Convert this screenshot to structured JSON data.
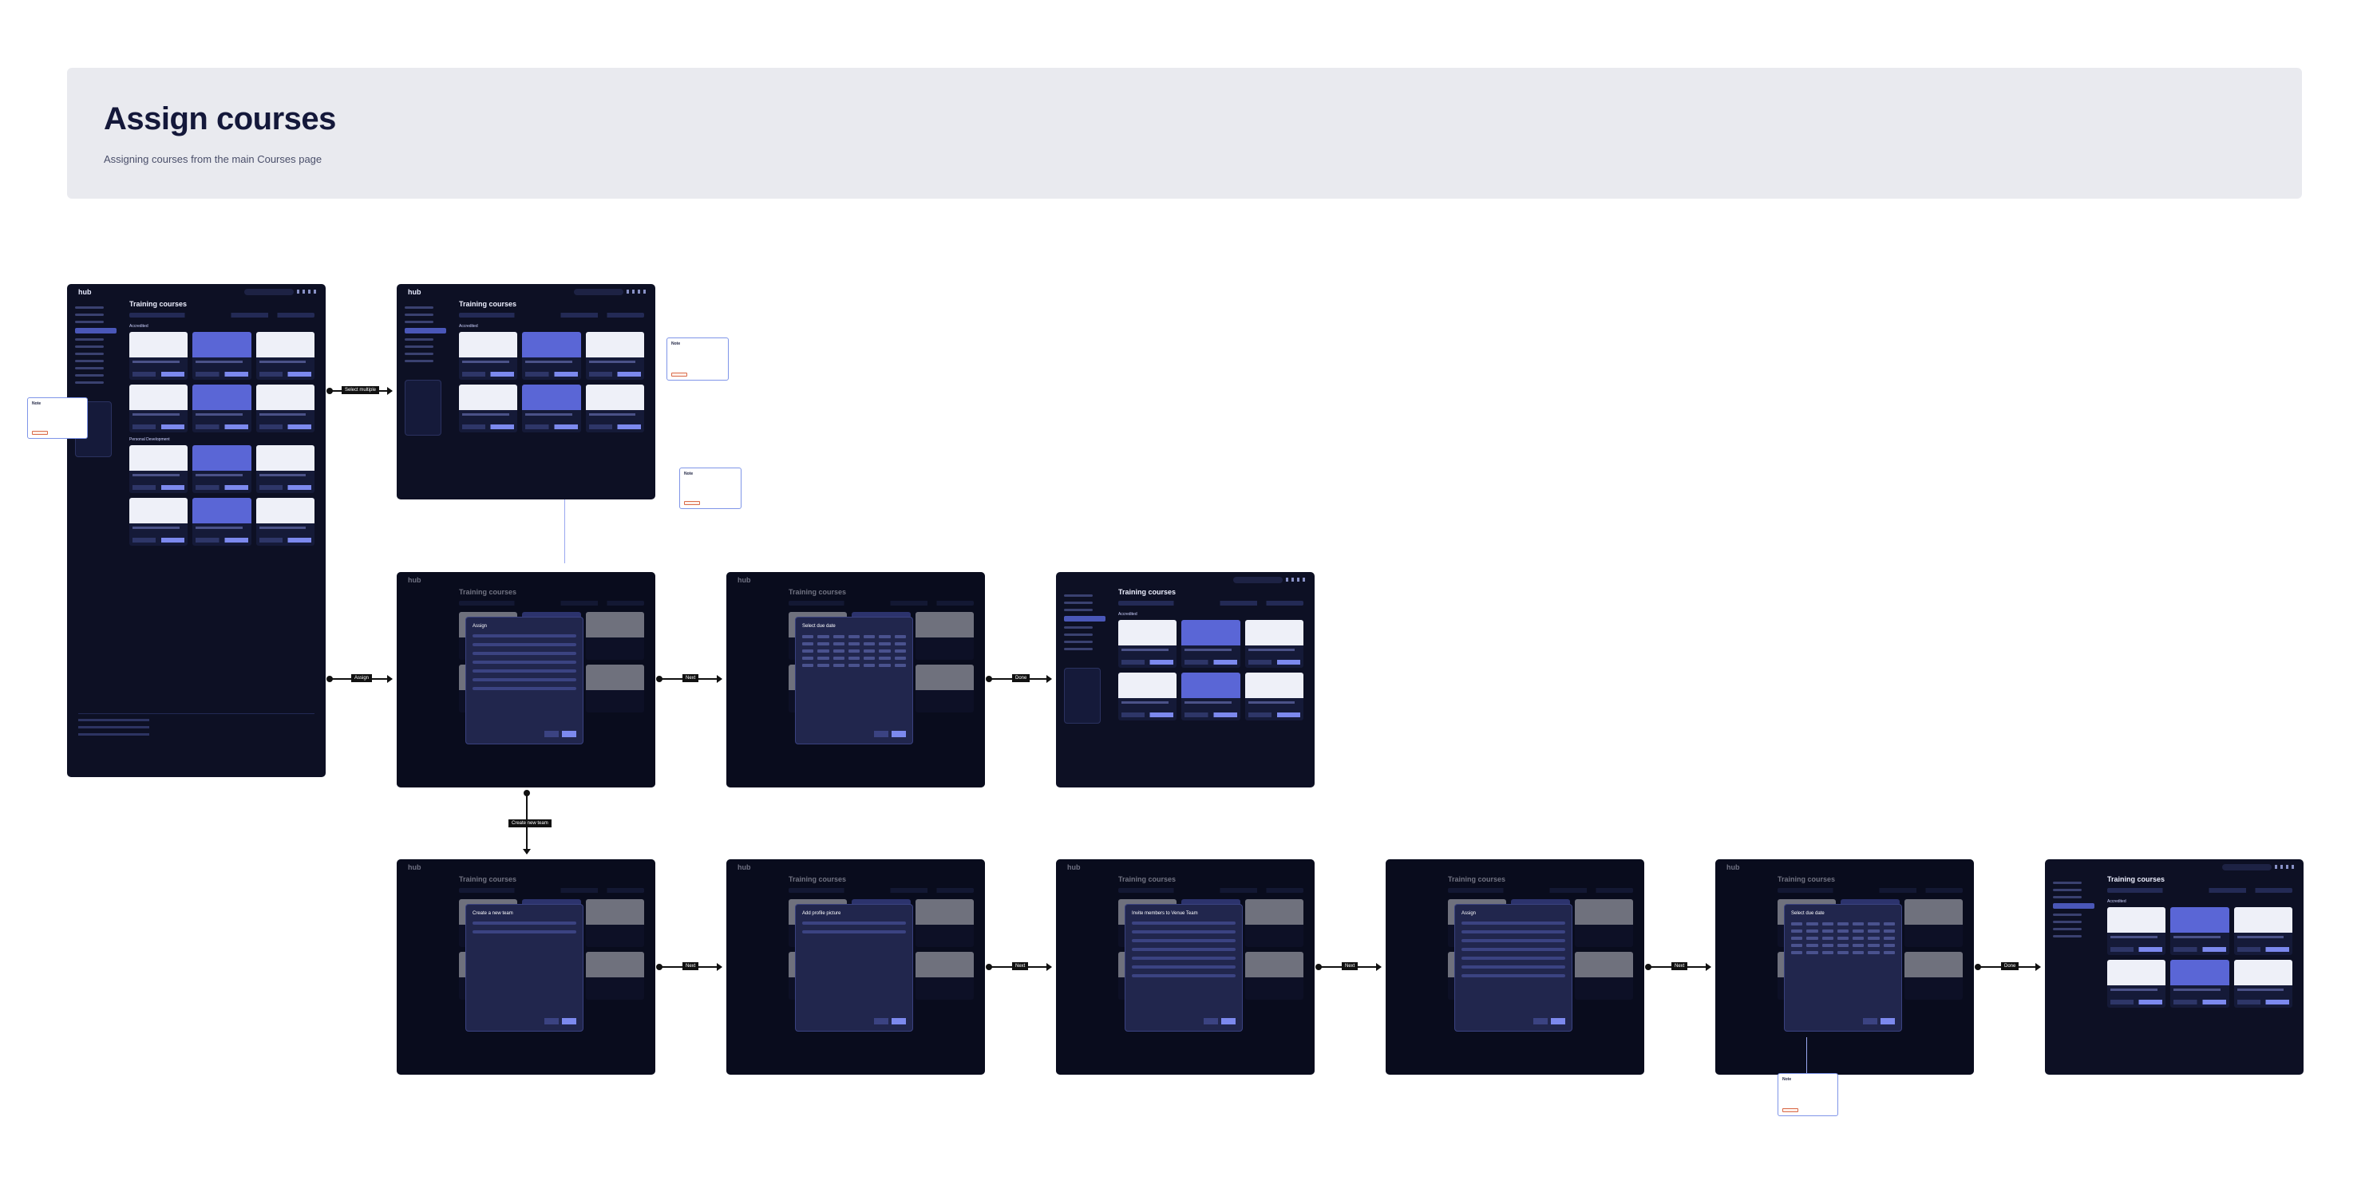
{
  "header": {
    "title": "Assign courses",
    "subtitle": "Assigning courses from the main Courses page"
  },
  "screen": {
    "logo": "hub",
    "page_title": "Training courses",
    "section_accredited": "Accredited",
    "section_personal": "Personal Development"
  },
  "labels": {
    "select_multiple": "Select multiple",
    "assign": "Assign",
    "next": "Next",
    "done": "Done",
    "create_team": "Create new team"
  },
  "modals": {
    "assign": "Assign",
    "select_due_date": "Select due date",
    "create_team": "Create a new team",
    "add_profile_picture": "Add profile picture",
    "invite_members": "Invite members to Venue Team"
  },
  "notes": {
    "title": "Note"
  }
}
